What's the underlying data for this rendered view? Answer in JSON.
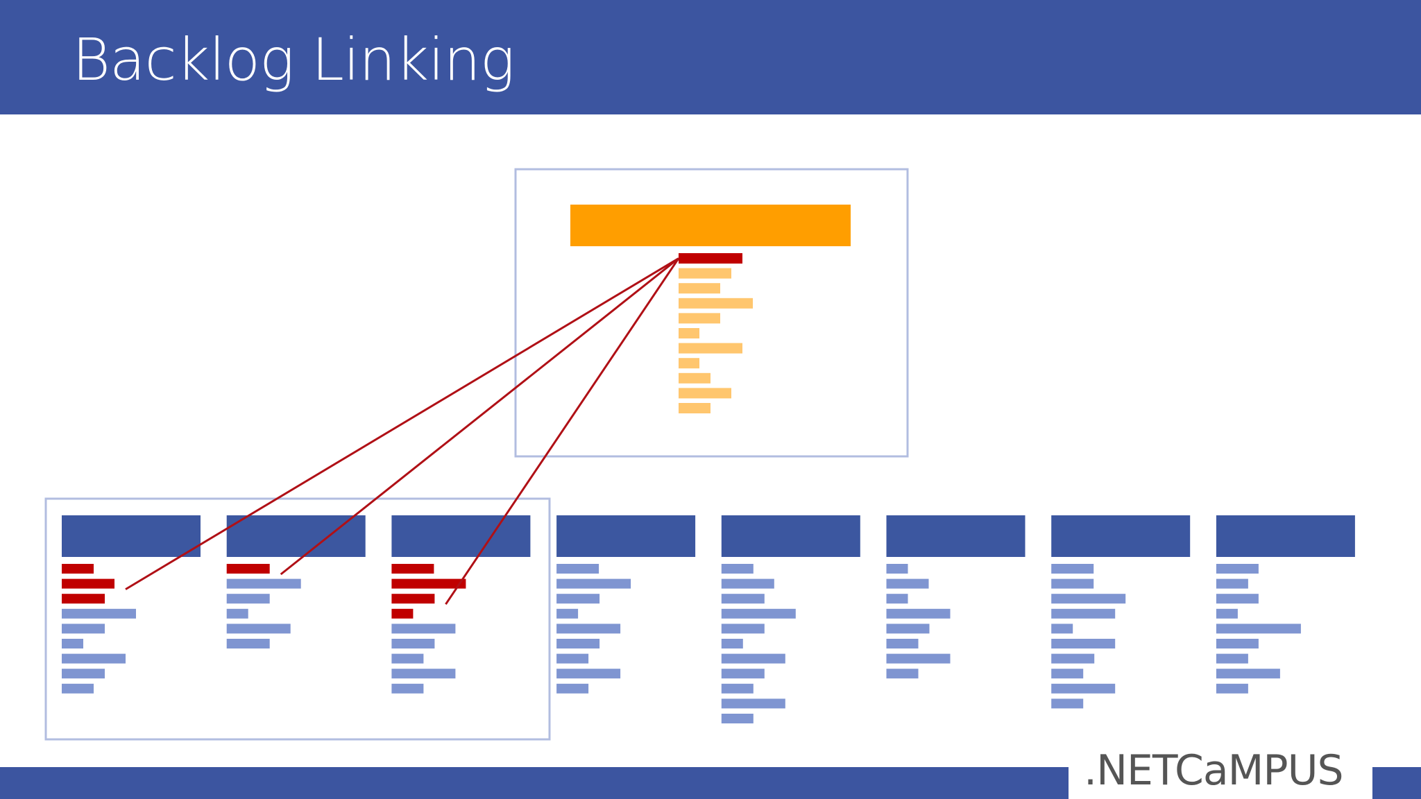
{
  "slide": {
    "title": "Backlog Linking",
    "logo_text": ".NETCaMPUS"
  },
  "colors": {
    "brand": "#3c55a0",
    "frame": "#b2bde0",
    "portfolio_header": "#ff9e00",
    "portfolio_item": "#ffc66e",
    "team_header": "#3c57a0",
    "team_item": "#7f95d1",
    "linked_item": "#c00000",
    "link_line": "#b01016",
    "logo": "#555555"
  },
  "portfolio_backlog": {
    "linked_index": 0,
    "item_widths": [
      92,
      76,
      60,
      107,
      60,
      30,
      92,
      30,
      46,
      76,
      46
    ]
  },
  "team_backlogs": [
    {
      "in_selection": true,
      "linked": [
        0,
        1,
        2
      ],
      "item_widths": [
        46,
        76,
        62,
        107,
        62,
        31,
        92,
        62,
        46
      ]
    },
    {
      "in_selection": true,
      "linked": [
        0
      ],
      "item_widths": [
        62,
        107,
        62,
        31,
        92,
        62
      ]
    },
    {
      "in_selection": true,
      "linked": [
        0,
        1,
        2,
        3
      ],
      "item_widths": [
        61,
        107,
        62,
        31,
        92,
        62,
        46,
        92,
        46
      ]
    },
    {
      "in_selection": false,
      "linked": [],
      "item_widths": [
        61,
        107,
        62,
        31,
        92,
        62,
        46,
        92,
        46
      ]
    },
    {
      "in_selection": false,
      "linked": [],
      "item_widths": [
        46,
        76,
        62,
        107,
        62,
        31,
        92,
        62,
        46,
        92,
        46
      ]
    },
    {
      "in_selection": false,
      "linked": [],
      "item_widths": [
        31,
        61,
        31,
        92,
        62,
        46,
        92,
        46
      ]
    },
    {
      "in_selection": false,
      "linked": [],
      "item_widths": [
        61,
        61,
        107,
        92,
        31,
        92,
        62,
        46,
        92,
        46
      ]
    },
    {
      "in_selection": false,
      "linked": [],
      "item_widths": [
        61,
        46,
        61,
        31,
        122,
        61,
        46,
        92,
        46
      ]
    }
  ],
  "links": [
    {
      "team": 0,
      "item": 1
    },
    {
      "team": 1,
      "item": 0
    },
    {
      "team": 2,
      "item": 2
    }
  ]
}
